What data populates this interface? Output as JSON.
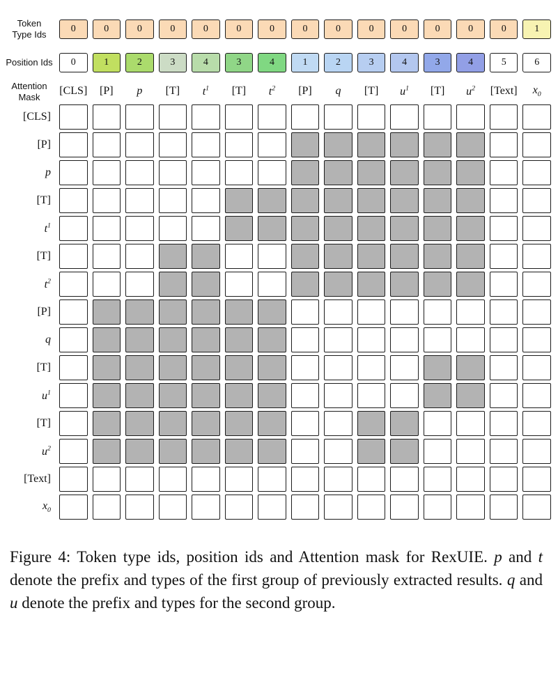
{
  "figure": {
    "token_type_row": {
      "label": "Token\nType Ids",
      "values": [
        "0",
        "0",
        "0",
        "0",
        "0",
        "0",
        "0",
        "0",
        "0",
        "0",
        "0",
        "0",
        "0",
        "0",
        "1"
      ],
      "colors": [
        "#fbdab6",
        "#fbdab6",
        "#fbdab6",
        "#fbdab6",
        "#fbdab6",
        "#fbdab6",
        "#fbdab6",
        "#fbdab6",
        "#fbdab6",
        "#fbdab6",
        "#fbdab6",
        "#fbdab6",
        "#fbdab6",
        "#fbdab6",
        "#f7f3b2"
      ]
    },
    "position_row": {
      "label": "Position Ids",
      "values": [
        "0",
        "1",
        "2",
        "3",
        "4",
        "3",
        "4",
        "1",
        "2",
        "3",
        "4",
        "3",
        "4",
        "5",
        "6"
      ],
      "colors": [
        "#ffffff",
        "#c1df60",
        "#abdb6c",
        "#ccdcc5",
        "#b8dcaa",
        "#90d687",
        "#80d882",
        "#c0daf3",
        "#b9d5f3",
        "#b7cef1",
        "#b3c7ef",
        "#92a8e9",
        "#929fe6",
        "#ffffff",
        "#ffffff"
      ]
    },
    "attention_mask": {
      "label": "Attention\nMask",
      "mask_color": "#b3b3b3",
      "tokens": [
        {
          "text": "[CLS]"
        },
        {
          "text": "[P]"
        },
        {
          "text": "p",
          "italic": true
        },
        {
          "text": "[T]"
        },
        {
          "text": "t",
          "sup": "1",
          "italic": true
        },
        {
          "text": "[T]"
        },
        {
          "text": "t",
          "sup": "2",
          "italic": true
        },
        {
          "text": "[P]"
        },
        {
          "text": "q",
          "italic": true
        },
        {
          "text": "[T]"
        },
        {
          "text": "u",
          "sup": "1",
          "italic": true
        },
        {
          "text": "[T]"
        },
        {
          "text": "u",
          "sup": "2",
          "italic": true
        },
        {
          "text": "[Text]"
        },
        {
          "text": "x",
          "sub": "0",
          "italic": true
        }
      ],
      "matrix": [
        [
          0,
          0,
          0,
          0,
          0,
          0,
          0,
          0,
          0,
          0,
          0,
          0,
          0,
          0,
          0
        ],
        [
          0,
          0,
          0,
          0,
          0,
          0,
          0,
          1,
          1,
          1,
          1,
          1,
          1,
          0,
          0
        ],
        [
          0,
          0,
          0,
          0,
          0,
          0,
          0,
          1,
          1,
          1,
          1,
          1,
          1,
          0,
          0
        ],
        [
          0,
          0,
          0,
          0,
          0,
          1,
          1,
          1,
          1,
          1,
          1,
          1,
          1,
          0,
          0
        ],
        [
          0,
          0,
          0,
          0,
          0,
          1,
          1,
          1,
          1,
          1,
          1,
          1,
          1,
          0,
          0
        ],
        [
          0,
          0,
          0,
          1,
          1,
          0,
          0,
          1,
          1,
          1,
          1,
          1,
          1,
          0,
          0
        ],
        [
          0,
          0,
          0,
          1,
          1,
          0,
          0,
          1,
          1,
          1,
          1,
          1,
          1,
          0,
          0
        ],
        [
          0,
          1,
          1,
          1,
          1,
          1,
          1,
          0,
          0,
          0,
          0,
          0,
          0,
          0,
          0
        ],
        [
          0,
          1,
          1,
          1,
          1,
          1,
          1,
          0,
          0,
          0,
          0,
          0,
          0,
          0,
          0
        ],
        [
          0,
          1,
          1,
          1,
          1,
          1,
          1,
          0,
          0,
          0,
          0,
          1,
          1,
          0,
          0
        ],
        [
          0,
          1,
          1,
          1,
          1,
          1,
          1,
          0,
          0,
          0,
          0,
          1,
          1,
          0,
          0
        ],
        [
          0,
          1,
          1,
          1,
          1,
          1,
          1,
          0,
          0,
          1,
          1,
          0,
          0,
          0,
          0
        ],
        [
          0,
          1,
          1,
          1,
          1,
          1,
          1,
          0,
          0,
          1,
          1,
          0,
          0,
          0,
          0
        ],
        [
          0,
          0,
          0,
          0,
          0,
          0,
          0,
          0,
          0,
          0,
          0,
          0,
          0,
          0,
          0
        ],
        [
          0,
          0,
          0,
          0,
          0,
          0,
          0,
          0,
          0,
          0,
          0,
          0,
          0,
          0,
          0
        ]
      ]
    },
    "caption": {
      "segments": [
        {
          "text": "Figure 4:  Token type ids, position ids and Attention mask for RexUIE. "
        },
        {
          "text": "p",
          "italic": true
        },
        {
          "text": " and "
        },
        {
          "text": "t",
          "italic": true
        },
        {
          "text": " denote the prefix and types of the first group of previously extracted results. "
        },
        {
          "text": "q",
          "italic": true
        },
        {
          "text": " and "
        },
        {
          "text": "u",
          "italic": true
        },
        {
          "text": " denote the prefix and types for the second group."
        }
      ]
    }
  }
}
